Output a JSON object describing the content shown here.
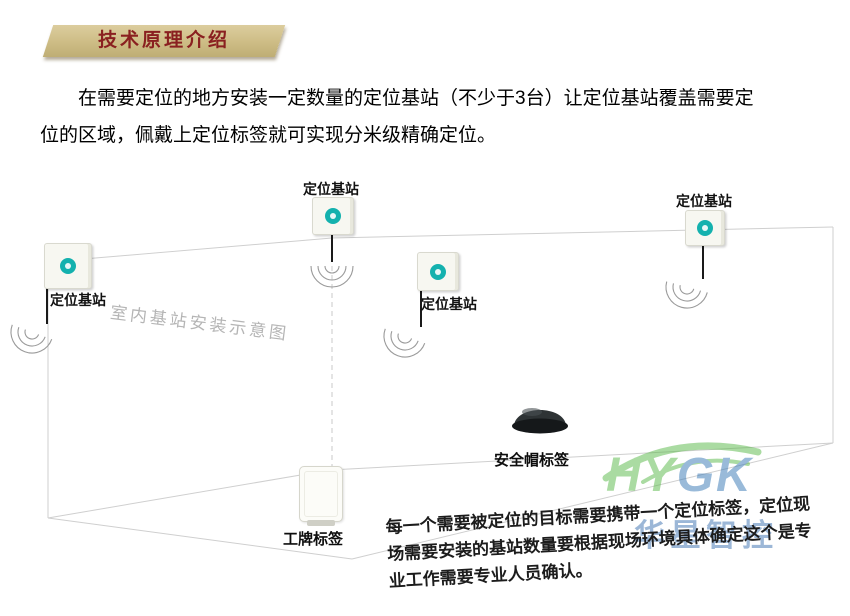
{
  "banner": {
    "title": "技术原理介绍"
  },
  "intro": {
    "text": "在需要定位的地方安装一定数量的定位基站（不少于3台）让定位基站覆盖需要定位的区域，佩戴上定位标签就可实现分米级精确定位。"
  },
  "diagram": {
    "caption": "室内基站安装示意图",
    "stations": [
      {
        "label": "定位基站"
      },
      {
        "label": "定位基站"
      },
      {
        "label": "定位基站"
      },
      {
        "label": "定位基站"
      }
    ],
    "helmet_label": "安全帽标签",
    "badge_label": "工牌标签"
  },
  "note": {
    "text": "每一个需要被定位的目标需要携带一个定位标签，定位现场需要安装的基站数量要根据现场环境具体确定这个是专业工作需要专业人员确认。"
  },
  "watermark": {
    "en_part1": "HY",
    "en_part2": "GK",
    "cn": "华星智控"
  },
  "colors": {
    "banner_bg": "#cdbc85",
    "banner_text": "#8a2020",
    "station_teal": "#14b1ae",
    "wireframe_gray": "#cfcfcf",
    "watermark_green": "#58b847",
    "watermark_blue": "#3b72b0"
  }
}
